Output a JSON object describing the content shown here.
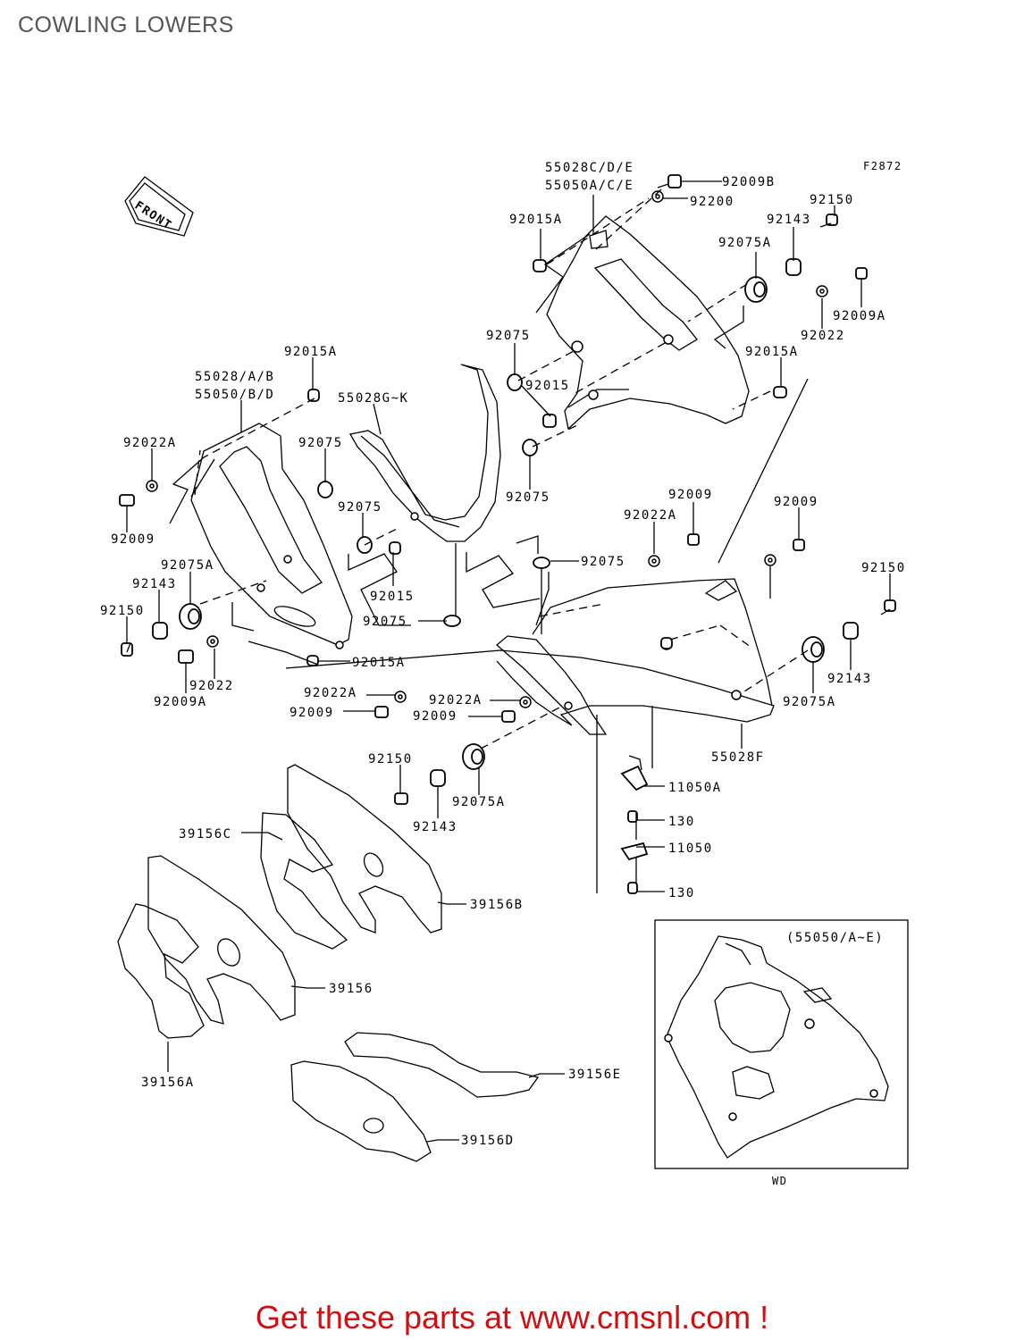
{
  "title": "COWLING LOWERS",
  "figure_code": "F2872",
  "front_label": "FRONT",
  "inset_label": "(55050/A~E)",
  "inset_caption": "WD",
  "footer": "Get these parts at www.cmsnl.com !",
  "parts": [
    "55028C/D/E",
    "55050A/C/E",
    "92009B",
    "92200",
    "92015A",
    "92150",
    "92143",
    "92075A",
    "92009A",
    "92022",
    "92075",
    "92015A",
    "92015",
    "92015A",
    "55028/A/B",
    "55050/B/D",
    "55028G~K",
    "92022A",
    "92075",
    "92075",
    "92009",
    "92075",
    "92009",
    "92009",
    "92075A",
    "92022A",
    "92143",
    "92075",
    "92150",
    "92150",
    "92015",
    "92075",
    "92143",
    "92009A",
    "92022",
    "92015A",
    "92022A",
    "92022A",
    "92075A",
    "92009",
    "92009",
    "55028F",
    "92150",
    "92075A",
    "11050A",
    "92143",
    "130",
    "39156C",
    "11050",
    "130",
    "39156B",
    "39156",
    "39156A",
    "39156E",
    "39156D"
  ]
}
